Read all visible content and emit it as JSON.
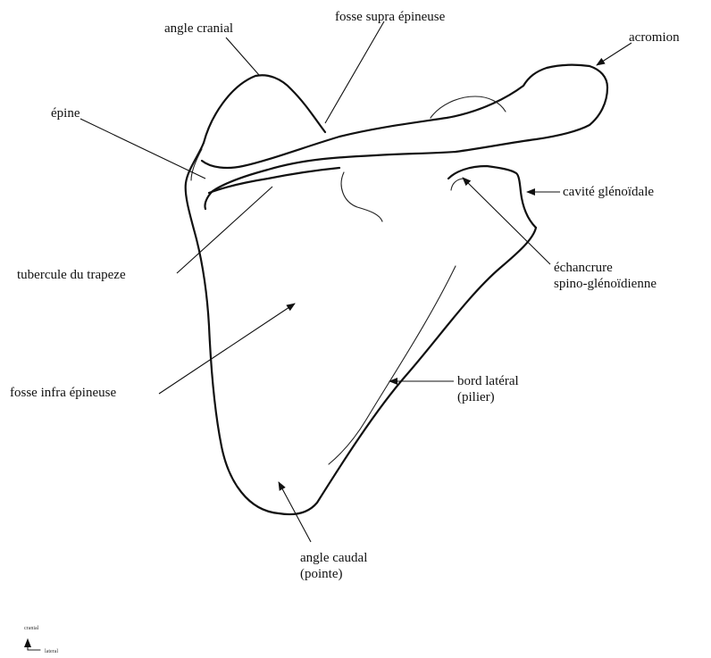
{
  "labels": {
    "angle_cranial": "angle cranial",
    "fosse_supra": "fosse supra épineuse",
    "acromion": "acromion",
    "epine": "épine",
    "cavite": "cavité glénoïdale",
    "tubercule": "tubercule du trapeze",
    "echancrure_1": "échancrure",
    "echancrure_2": "spino-glénoïdienne",
    "fosse_infra": "fosse infra épineuse",
    "bord_lateral_1": "bord latéral",
    "bord_lateral_2": "(pilier)",
    "angle_caudal_1": "angle caudal",
    "angle_caudal_2": "(pointe)"
  },
  "orientation": {
    "cranial": "cranial",
    "lateral": "lateral"
  },
  "colors": {
    "line": "#111111",
    "background": "#ffffff"
  }
}
